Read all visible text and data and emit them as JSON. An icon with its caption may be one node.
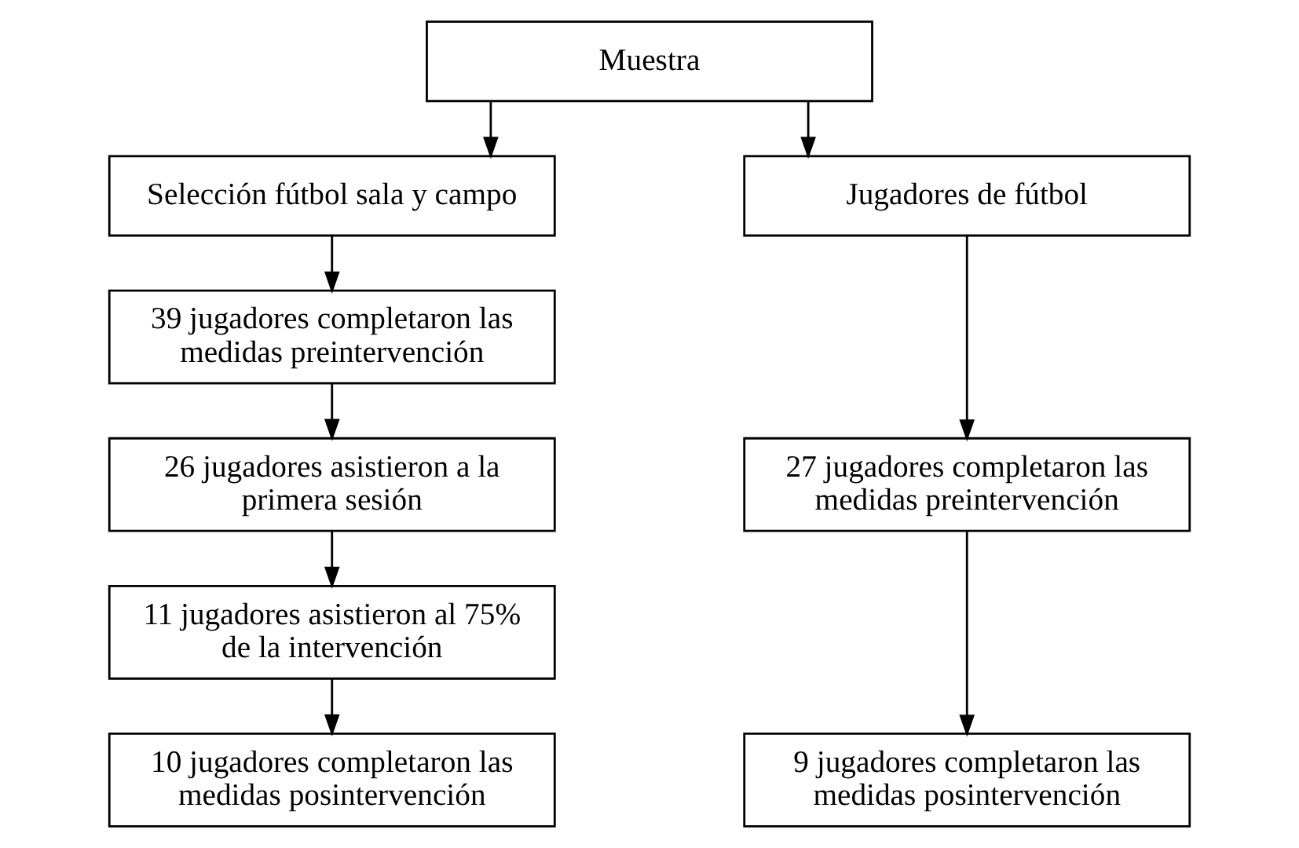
{
  "diagram": {
    "nodes": [
      {
        "text": [
          "Muestra"
        ]
      },
      {
        "text": [
          "Selección fútbol sala y campo"
        ]
      },
      {
        "text": [
          "Jugadores de fútbol"
        ]
      },
      {
        "text": [
          "39 jugadores completaron las medidas preintervención"
        ]
      },
      {
        "text": [
          "26 jugadores asistieron a la primera sesión"
        ]
      },
      {
        "text": [
          "11 jugadores asistieron al 75% de la intervención"
        ]
      },
      {
        "text": [
          "10 jugadores completaron las medidas posintervención"
        ]
      },
      {
        "text": [
          "27 jugadores completaron las medidas preintervención"
        ]
      },
      {
        "text": [
          "9 jugadores completaron las medidas posintervención"
        ]
      }
    ],
    "edges": [
      {
        "from": 0,
        "to": 1,
        "arrow": "to"
      },
      {
        "from": 0,
        "to": 2,
        "arrow": "to"
      },
      {
        "from": 1,
        "to": 3,
        "arrow": "to"
      },
      {
        "from": 3,
        "to": 4,
        "arrow": "to"
      },
      {
        "from": 4,
        "to": 5,
        "arrow": "to"
      },
      {
        "from": 5,
        "to": 6,
        "arrow": "to"
      },
      {
        "from": 2,
        "to": 7,
        "arrow": "to"
      },
      {
        "from": 7,
        "to": 8,
        "arrow": "to"
      }
    ]
  }
}
